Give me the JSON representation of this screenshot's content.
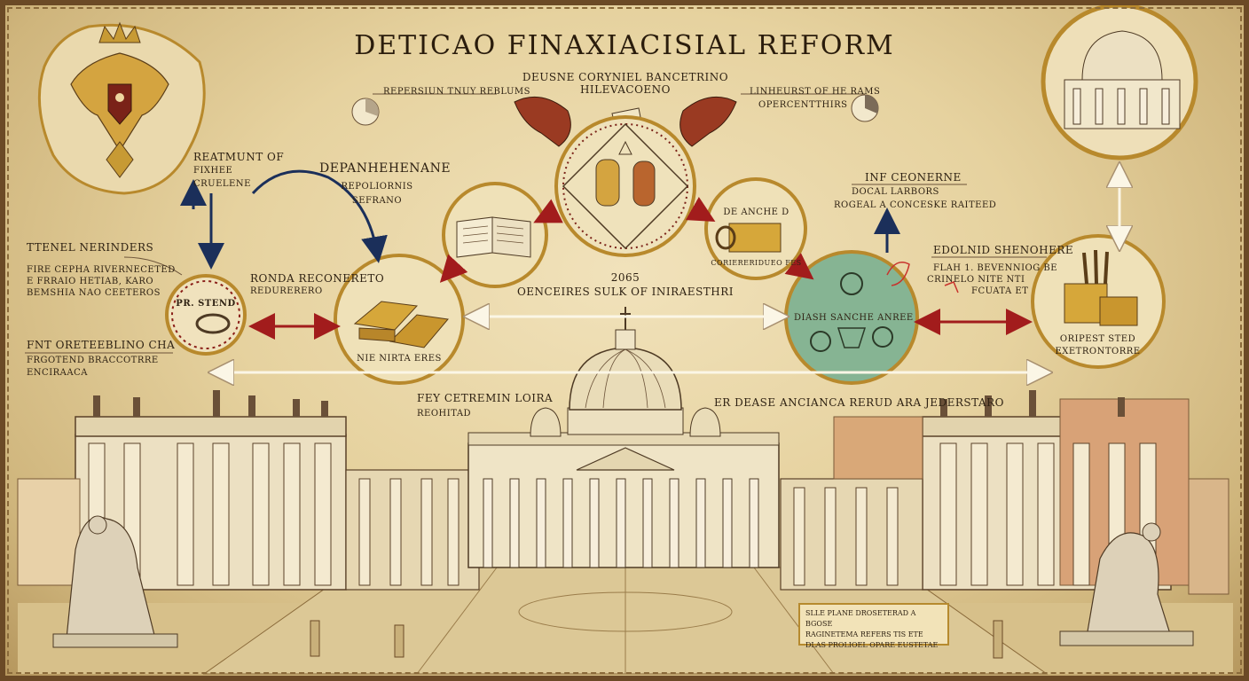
{
  "title": "DETICAO FINAXIACISIAL REFORM",
  "header_center": {
    "line1": "DEUSNE CORYNIEL BANCETRINO",
    "line2": "HILEVACOENO"
  },
  "header_left": "REPERSIUN TNUY REBLUMS",
  "header_right": {
    "line1": "LINHEURST OF HE RAMS",
    "line2": "OPERCENTTHIRS"
  },
  "left_top_label": {
    "line1": "REATMUNT OF",
    "line2": "FIXHEE",
    "line3": "CRUELENE"
  },
  "left_block": {
    "line1": "TTENEL NERINDERS",
    "line2": "FIRE CEPHA RIVERNECETED",
    "line3": "E FRRAIO HETIAB, KARO",
    "line4": "BEMSHIA NAO CEETEROS"
  },
  "left_bottom": {
    "line1": "FNT ORETEEBLINO CHA",
    "line2": "FRGOTEND BRACCOTRRE",
    "line3": "ENCIRAACA"
  },
  "center_left_label": {
    "line1": "DEPANHEHENANE",
    "line2": "REPOLIORNIS",
    "line3": "SEFRANO"
  },
  "ronda_label": {
    "line1": "RONDA RECONERETO",
    "line2": "REDURERERO"
  },
  "right_label": {
    "line1": "INF CEONERNE",
    "line2": "DOCAL LARBORS",
    "line3": "ROGEAL A CONCESKE RAITEED"
  },
  "right_block": {
    "line1": "EDOLNID SHENOHERE",
    "line2": "FLAH 1. BEVENNIOG BE",
    "line3": "CRINELO NITE NTI",
    "line4": "FCUATA ET"
  },
  "center_text": {
    "line1": "2065",
    "line2": "OENCEIRES SULK OF INIRAESTHRI"
  },
  "lower_left_text": {
    "line1": "FEY CETREMIN LOIRA",
    "line2": "REOHITAD"
  },
  "lower_right_text": "ER DEASE ANCIANCA RERUD ARA JEDERSTARO",
  "medallions": {
    "pr_stend": "PR. STEND",
    "gold": "NIE NIRTA ERES",
    "box": {
      "line1": "DE ANCHE D",
      "line2": "CORIERERIDUEO FES"
    },
    "green": "DIASH SANCHE ANREE",
    "right": {
      "line1": "ORIPEST STED",
      "line2": "EXETRONTORRE"
    }
  },
  "plaque": {
    "line1": "SLLE PLANE DROSETERAD A BGOSE",
    "line2": "RAGINETEMA REFERS TIS ETE",
    "line3": "DLAS PROLIOEL OPARE EUSTETAE"
  },
  "colors": {
    "parchment": "#e6d29f",
    "gold": "#b8892c",
    "navy_arrow": "#1b2f5a",
    "red_arrow": "#a21c1c",
    "green_medallion": "#7fb28c",
    "ink": "#2b1d10"
  }
}
